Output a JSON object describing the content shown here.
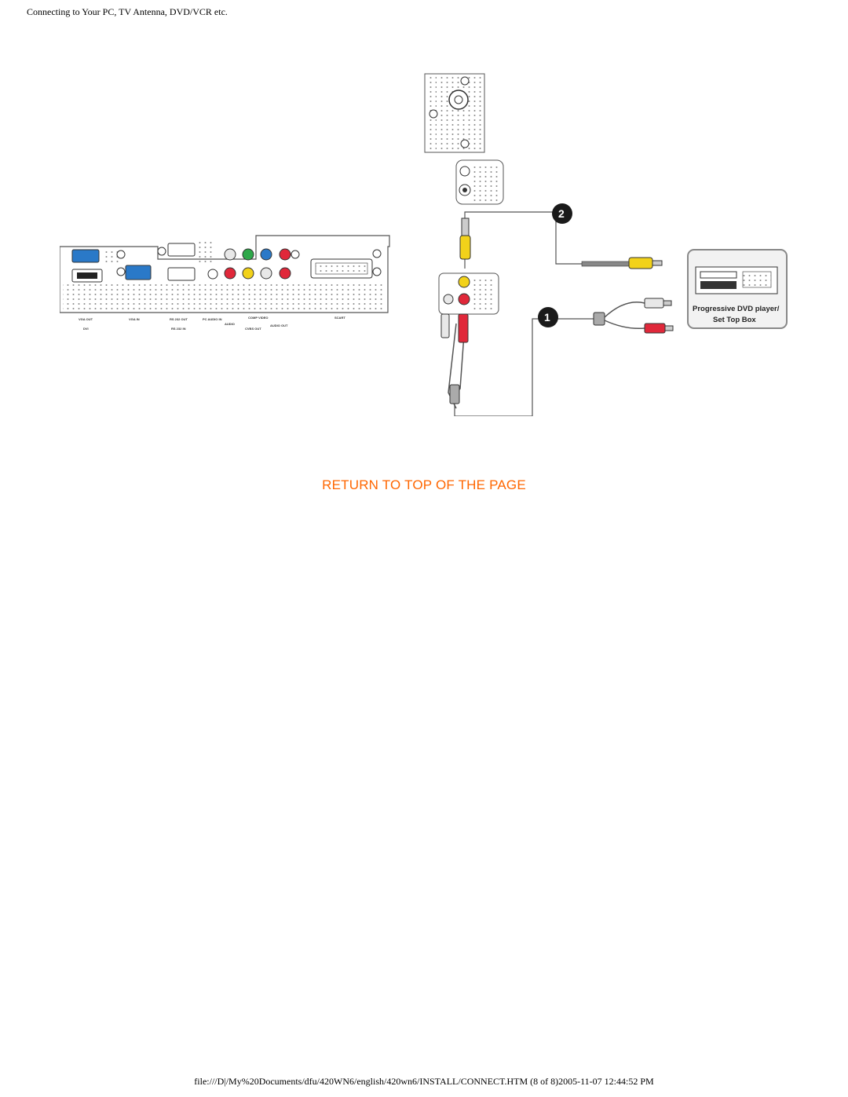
{
  "header": {
    "title": "Connecting to Your PC, TV Antenna, DVD/VCR etc."
  },
  "diagram": {
    "device_label_line1": "Progressive DVD player/",
    "device_label_line2": "Set Top Box",
    "steps": [
      "1",
      "2"
    ],
    "panel_labels": [
      "VGA OUT",
      "DVI",
      "VGA IN",
      "RS 232 OUT",
      "RS 232 IN",
      "PC AUDIO IN",
      "AUDIO",
      "CVBS OUT",
      "COMP VIDEO",
      "AUDIO OUT",
      "SCART"
    ],
    "colors": {
      "yellow": "#f2d21a",
      "red": "#e0283a",
      "white": "#e8e8e8",
      "green": "#2ea84a",
      "blue": "#2a79c8",
      "step_badge": "#1a1a1a"
    }
  },
  "return_link": {
    "label": "RETURN TO TOP OF THE PAGE"
  },
  "footer": {
    "path": "file:///D|/My%20Documents/dfu/420WN6/english/420wn6/INSTALL/CONNECT.HTM (8 of 8)2005-11-07 12:44:52 PM"
  }
}
